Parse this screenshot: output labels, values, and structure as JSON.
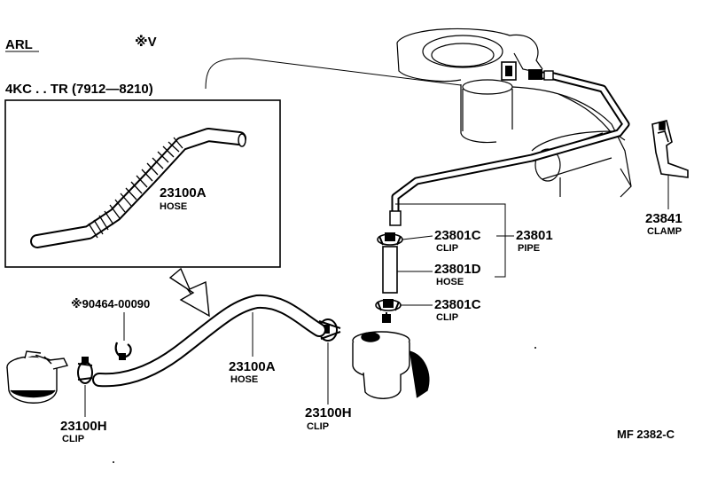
{
  "header": {
    "model_code": "ARL",
    "variant_mark": "※V",
    "applicability": "4KC . . TR (7912—8210)"
  },
  "inset_callout": {
    "part_number": "23100A",
    "part_name": "HOSE"
  },
  "callouts": {
    "pipe_assy": {
      "part_number": "23801",
      "part_name": "PIPE"
    },
    "clip_upper": {
      "part_number": "23801C",
      "part_name": "CLIP"
    },
    "hose_short": {
      "part_number": "23801D",
      "part_name": "HOSE"
    },
    "clip_lower": {
      "part_number": "23801C",
      "part_name": "CLIP"
    },
    "clamp": {
      "part_number": "23841",
      "part_name": "CLAMP"
    },
    "hose_main": {
      "part_number": "23100A",
      "part_name": "HOSE"
    },
    "clip_left": {
      "part_number": "23100H",
      "part_name": "CLIP"
    },
    "clip_right": {
      "part_number": "23100H",
      "part_name": "CLIP"
    },
    "optional_clip": {
      "part_number": "※90464-00090"
    }
  },
  "footer": {
    "figure_ref": "MF  2382-C"
  }
}
